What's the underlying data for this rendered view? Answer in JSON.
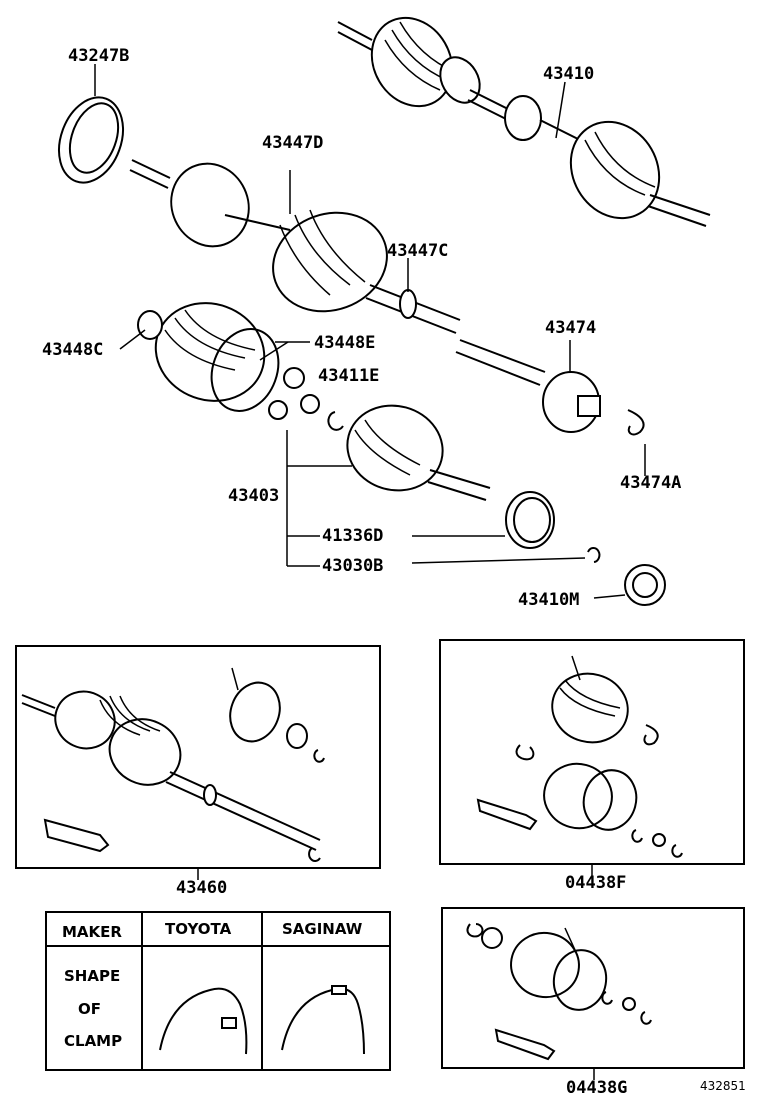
{
  "parts": {
    "p43247B": "43247B",
    "p43410": "43410",
    "p43447D": "43447D",
    "p43447C": "43447C",
    "p43448C": "43448C",
    "p43448E": "43448E",
    "p43411E": "43411E",
    "p43474": "43474",
    "p43474A": "43474A",
    "p43403": "43403",
    "p41336D": "41336D",
    "p43030B": "43030B",
    "p43410M": "43410M"
  },
  "kits": {
    "k43460": "43460",
    "k04438F": "04438F",
    "k04438G": "04438G"
  },
  "clamp_table": {
    "maker_header": "MAKER",
    "col1": "TOYOTA",
    "col2": "SAGINAW",
    "row_label_1": "SHAPE",
    "row_label_2": "OF",
    "row_label_3": "CLAMP"
  },
  "reference_number": "432851"
}
